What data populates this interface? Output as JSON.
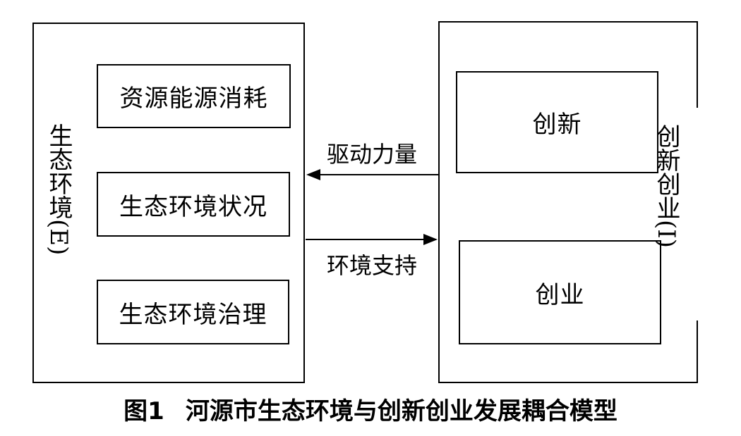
{
  "left_system": {
    "label": "生态环境(E)",
    "items": [
      "资源能源消耗",
      "生态环境状况",
      "生态环境治理"
    ]
  },
  "right_system": {
    "label": "创新创业(I)",
    "items": [
      "创新",
      "创业"
    ]
  },
  "arrows": {
    "top_label": "驱动力量",
    "bottom_label": "环境支持"
  },
  "caption": {
    "figure_number": "图1",
    "title": "河源市生态环境与创新创业发展耦合模型"
  }
}
